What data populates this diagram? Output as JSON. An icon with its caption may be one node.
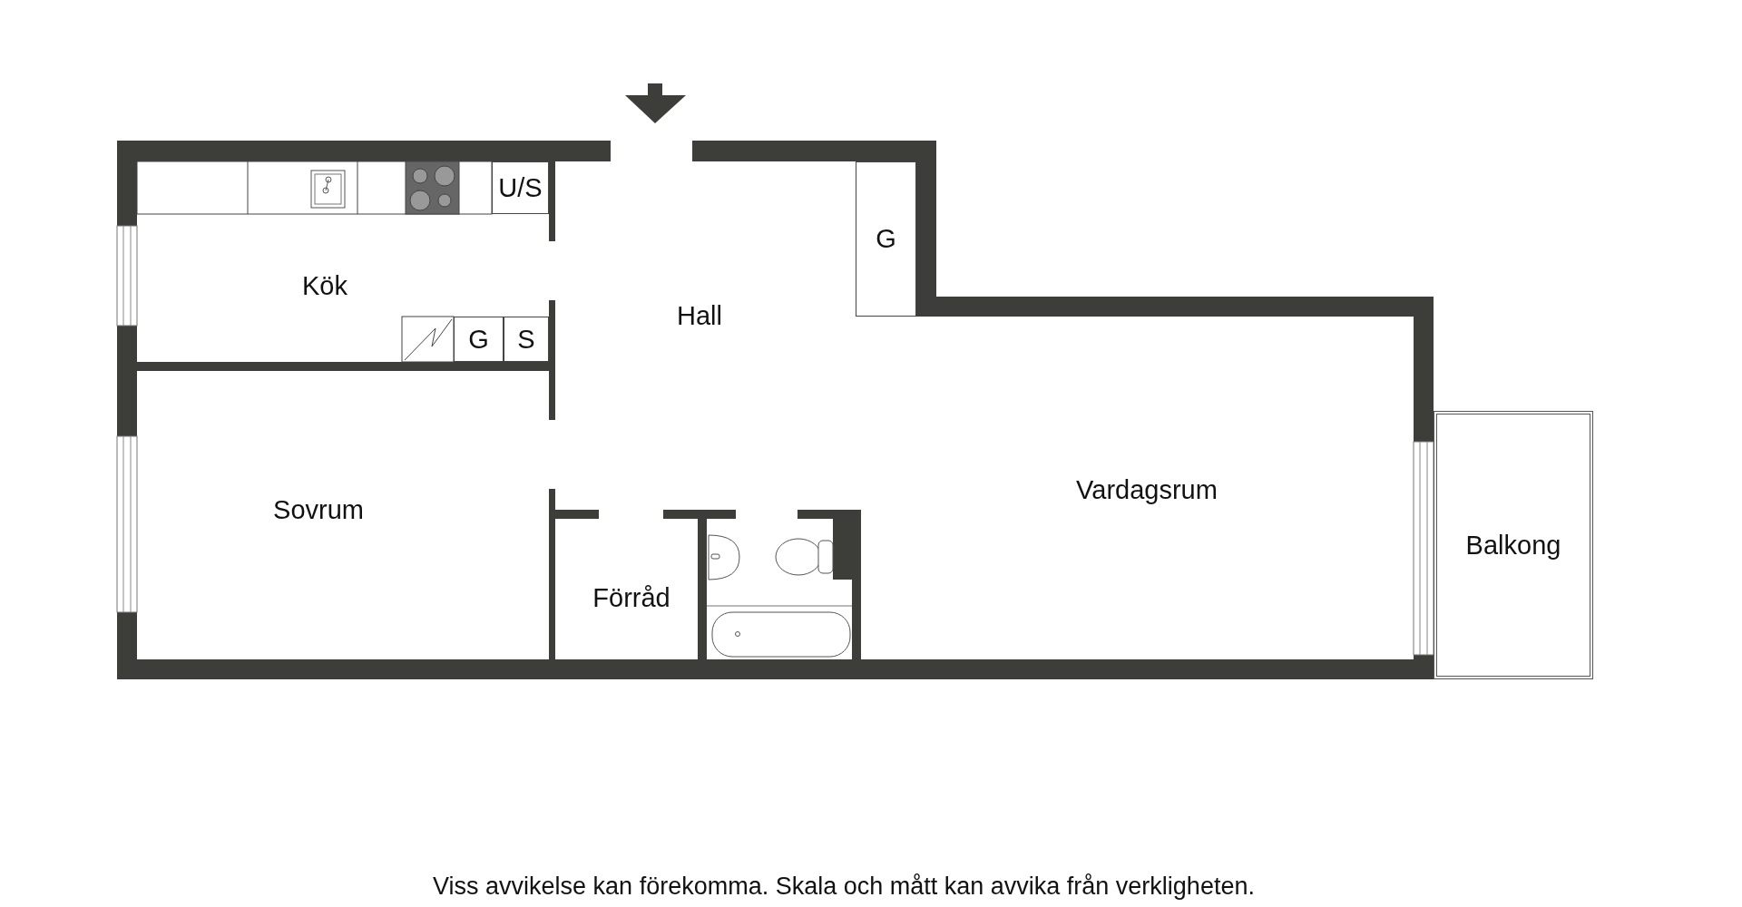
{
  "diagram": {
    "caption": "Viss avvikelse kan förekomma. Skala och mått kan avvika från verkligheten.",
    "nodes": [
      {
        "text": [
          "Kök"
        ]
      },
      {
        "text": [
          "U/S"
        ],
        "in": 0
      },
      {
        "text": [
          "G"
        ],
        "in": 0
      },
      {
        "text": [
          "S"
        ],
        "in": 0
      },
      {
        "text": [
          "Hall"
        ]
      },
      {
        "text": [
          "G"
        ],
        "in": 4
      },
      {
        "text": [
          "Sovrum"
        ]
      },
      {
        "text": [
          "Förråd"
        ]
      },
      {
        "text": [
          "Vardagsrum"
        ]
      },
      {
        "text": [
          "Balkong"
        ]
      }
    ]
  }
}
